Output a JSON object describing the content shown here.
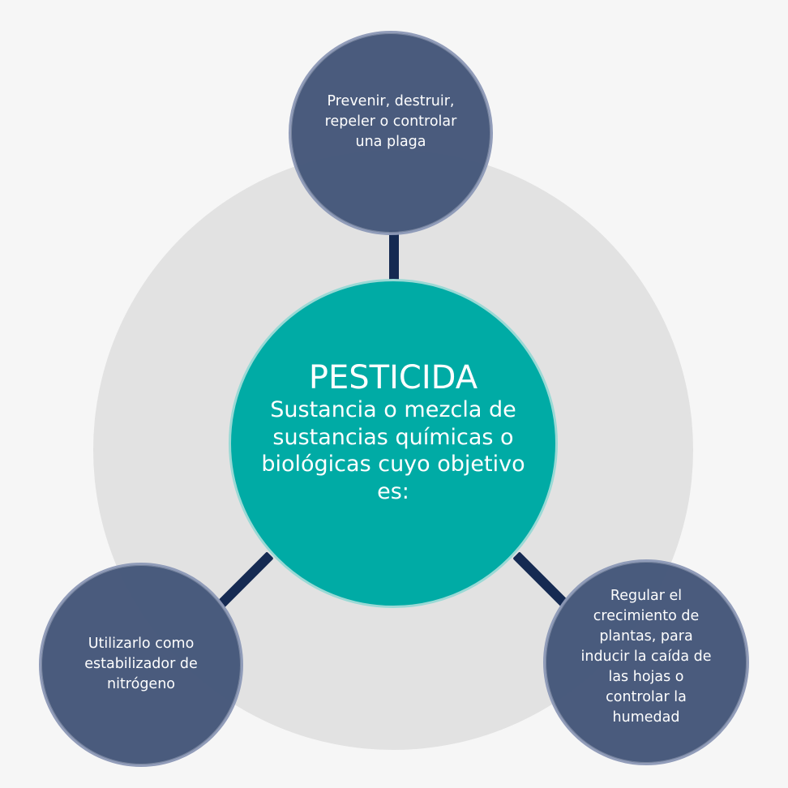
{
  "center": {
    "title": "PESTICIDA",
    "subtitle": "Sustancia o mezcla de sustancias químicas o biológicas cuyo objetivo es:"
  },
  "objectives": [
    {
      "text": "Prevenir, destruir, repeler o controlar una plaga"
    },
    {
      "text": "Utilizarlo como estabilizador de nitrógeno"
    },
    {
      "text": "Regular el crecimiento de plantas, para inducir la caída de las hojas o controlar la humedad"
    }
  ],
  "colors": {
    "background": "#f6f6f6",
    "backdrop_circle": "#e2e2e2",
    "center_circle": "#00aba5",
    "objective_circle": "#45577a",
    "connector": "#152a52",
    "text": "#ffffff"
  }
}
